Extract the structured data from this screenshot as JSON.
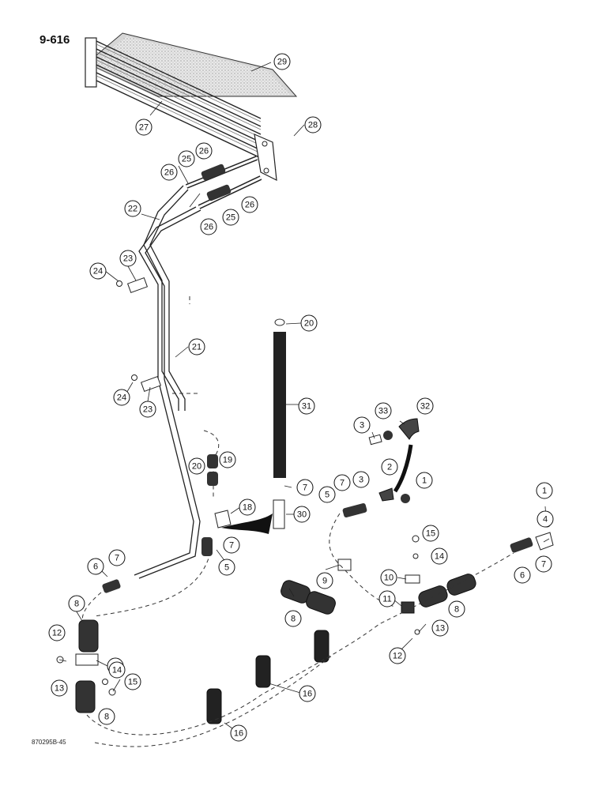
{
  "page_number": "9-616",
  "reference_code": "870295B-45",
  "callouts": [
    {
      "id": "c29",
      "label": "29"
    },
    {
      "id": "c27",
      "label": "27"
    },
    {
      "id": "c28",
      "label": "28"
    },
    {
      "id": "c26a",
      "label": "26"
    },
    {
      "id": "c25a",
      "label": "25"
    },
    {
      "id": "c26b",
      "label": "26"
    },
    {
      "id": "c26c",
      "label": "26"
    },
    {
      "id": "c26d",
      "label": "26"
    },
    {
      "id": "c25b",
      "label": "25"
    },
    {
      "id": "c26e",
      "label": "26"
    },
    {
      "id": "c22",
      "label": "22"
    },
    {
      "id": "c24a",
      "label": "24"
    },
    {
      "id": "c23a",
      "label": "23"
    },
    {
      "id": "c21",
      "label": "21"
    },
    {
      "id": "c24b",
      "label": "24"
    },
    {
      "id": "c23b",
      "label": "23"
    },
    {
      "id": "c20a",
      "label": "20"
    },
    {
      "id": "c31",
      "label": "31"
    },
    {
      "id": "c3a",
      "label": "3"
    },
    {
      "id": "c33",
      "label": "33"
    },
    {
      "id": "c32",
      "label": "32"
    },
    {
      "id": "c20b",
      "label": "20"
    },
    {
      "id": "c19",
      "label": "19"
    },
    {
      "id": "c2",
      "label": "2"
    },
    {
      "id": "c1a",
      "label": "1"
    },
    {
      "id": "c7a",
      "label": "7"
    },
    {
      "id": "c5a",
      "label": "5"
    },
    {
      "id": "c7b",
      "label": "7"
    },
    {
      "id": "c3b",
      "label": "3"
    },
    {
      "id": "c18",
      "label": "18"
    },
    {
      "id": "c30",
      "label": "30"
    },
    {
      "id": "c7c",
      "label": "7"
    },
    {
      "id": "c1b",
      "label": "1"
    },
    {
      "id": "c4",
      "label": "4"
    },
    {
      "id": "c15a",
      "label": "15"
    },
    {
      "id": "c14a",
      "label": "14"
    },
    {
      "id": "c5b",
      "label": "5"
    },
    {
      "id": "c6a",
      "label": "6"
    },
    {
      "id": "c7d",
      "label": "7"
    },
    {
      "id": "c9",
      "label": "9"
    },
    {
      "id": "c10",
      "label": "10"
    },
    {
      "id": "c6b",
      "label": "6"
    },
    {
      "id": "c7e",
      "label": "7"
    },
    {
      "id": "c8a",
      "label": "8"
    },
    {
      "id": "c11",
      "label": "11"
    },
    {
      "id": "c8b",
      "label": "8"
    },
    {
      "id": "c8c",
      "label": "8"
    },
    {
      "id": "c13a",
      "label": "13"
    },
    {
      "id": "c12a",
      "label": "12"
    },
    {
      "id": "c12b",
      "label": "12"
    },
    {
      "id": "c17",
      "label": "17"
    },
    {
      "id": "c13b",
      "label": "13"
    },
    {
      "id": "c14b",
      "label": "14"
    },
    {
      "id": "c15b",
      "label": "15"
    },
    {
      "id": "c16a",
      "label": "16"
    },
    {
      "id": "c16b",
      "label": "16"
    },
    {
      "id": "c8d",
      "label": "8"
    },
    {
      "id": "c16c",
      "label": "16"
    }
  ]
}
